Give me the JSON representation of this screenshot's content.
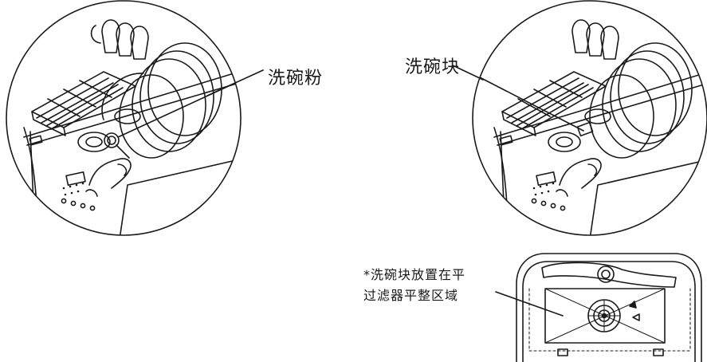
{
  "labels": {
    "detergent_powder": "洗碗粉",
    "detergent_block": "洗碗块",
    "note_line1": "*洗碗块放置在平",
    "note_line2": "过滤器平整区域"
  },
  "colors": {
    "stroke": "#1a1a1a",
    "background": "#ffffff"
  }
}
